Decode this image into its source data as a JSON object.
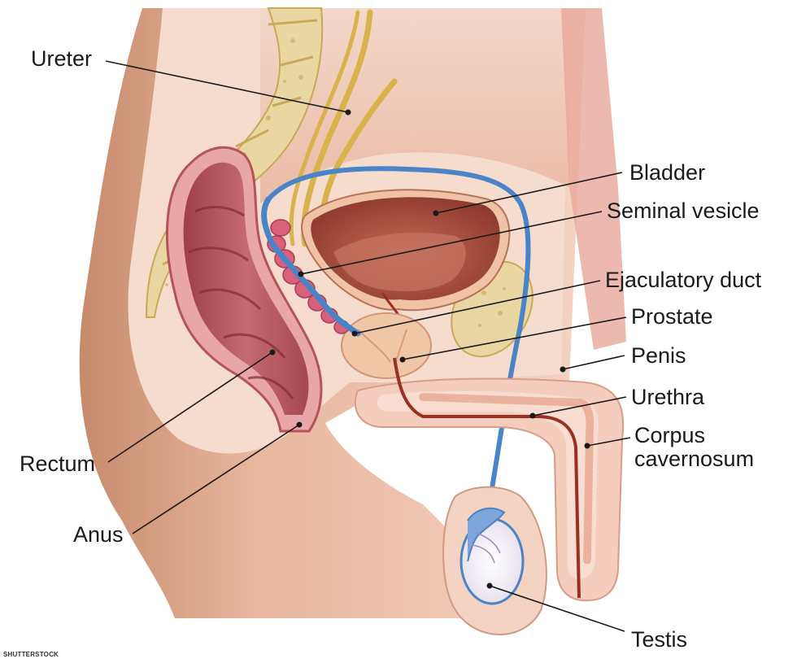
{
  "labels": {
    "ureter": "Ureter",
    "bladder": "Bladder",
    "seminal_vesicle": "Seminal vesicle",
    "ejaculatory_duct": "Ejaculatory duct",
    "prostate": "Prostate",
    "penis": "Penis",
    "urethra": "Urethra",
    "corpus_cavernosum": "Corpus\ncavernosum",
    "rectum": "Rectum",
    "anus": "Anus",
    "testis": "Testis"
  },
  "credit": "SHUTTERSTOCK",
  "colors": {
    "skin": "#f2c9b3",
    "skin_dark": "#c98b6c",
    "bone": "#e9d6a0",
    "bone_edge": "#c9a85a",
    "rectum": "#b5525a",
    "rectum_light": "#d98a8f",
    "bladder": "#a94a3c",
    "vas_deferens": "#4a84c8",
    "ureter": "#d8b24a",
    "seminal_vesicle": "#d8607a",
    "prostate": "#f0c7a6",
    "urethra": "#9a2f26",
    "leader_line": "#1a1a1a"
  }
}
